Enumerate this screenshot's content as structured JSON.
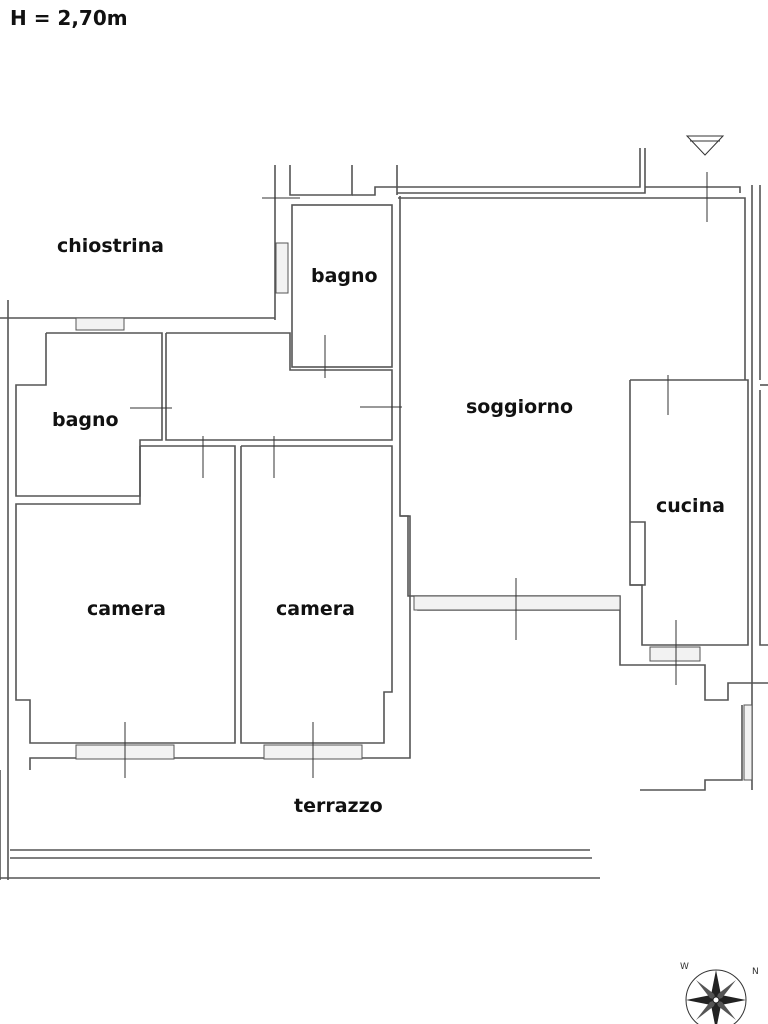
{
  "header": {
    "height_label": "H = 2,70m"
  },
  "rooms": {
    "chiostrina": "chiostrina",
    "bagno_top": "bagno",
    "bagno_left": "bagno",
    "soggiorno": "soggiorno",
    "cucina": "cucina",
    "camera_left": "camera",
    "camera_right": "camera",
    "terrazzo": "terrazzo"
  },
  "compass": {
    "west": "W",
    "north": "N"
  }
}
